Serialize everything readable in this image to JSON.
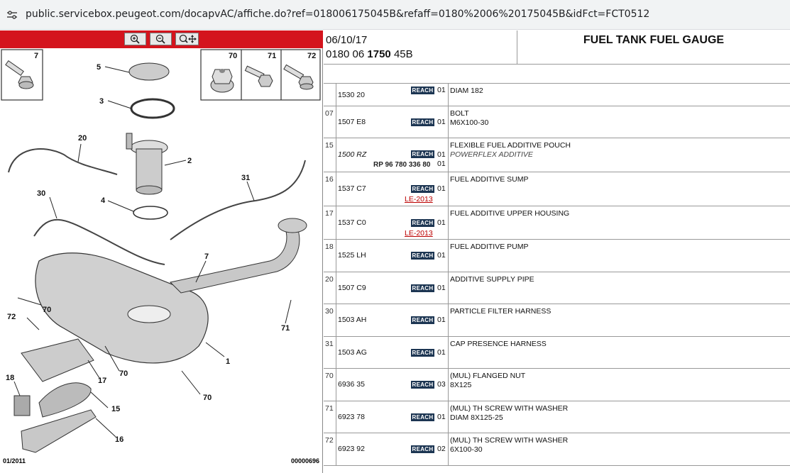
{
  "browser": {
    "url": "public.servicebox.peugeot.com/docapvAC/affiche.do?ref=018006175045B&refaff=0180%2006%20175045B&idFct=FCT0512",
    "site_icon": "tune-icon"
  },
  "toolbar": {
    "buttons": [
      {
        "name": "zoom-in-icon"
      },
      {
        "name": "zoom-out-icon"
      },
      {
        "name": "zoom-pan-icon"
      }
    ]
  },
  "diagram": {
    "date": "01/2011",
    "code": "00000696",
    "callouts": [
      "5",
      "3",
      "20",
      "2",
      "4",
      "30",
      "31",
      "7",
      "1",
      "70",
      "72",
      "17",
      "18",
      "15",
      "16",
      "71"
    ],
    "inset_left": "7",
    "inset_right": [
      "70",
      "71",
      "72"
    ]
  },
  "header": {
    "date": "06/10/17",
    "ref_prefix": "0180 06",
    "ref_bold": "1750",
    "ref_suffix": "45B",
    "title": "FUEL TANK FUEL GAUGE"
  },
  "reach_label": "REACH",
  "rows": [
    {
      "ref": "",
      "pn": "1530 20",
      "qty": "01",
      "desc": [
        "DIAM 182"
      ]
    },
    {
      "ref": "07",
      "pn": "1507 E8",
      "qty": "01",
      "desc": [
        "BOLT",
        "M6X100-30"
      ]
    },
    {
      "ref": "15",
      "pn": "1500 RZ",
      "pn_italic": true,
      "qty": "01",
      "qty2": "01",
      "rp": "RP 96 780 336 80",
      "desc": [
        "FLEXIBLE FUEL ADDITIVE POUCH"
      ],
      "alt": "POWERFLEX ADDITIVE"
    },
    {
      "ref": "16",
      "pn": "1537 C7",
      "qty": "01",
      "le": "LE-2013",
      "desc": [
        "FUEL ADDITIVE SUMP"
      ]
    },
    {
      "ref": "17",
      "pn": "1537 C0",
      "qty": "01",
      "le": "LE-2013",
      "desc": [
        "FUEL ADDITIVE UPPER HOUSING"
      ]
    },
    {
      "ref": "18",
      "pn": "1525 LH",
      "qty": "01",
      "desc": [
        "FUEL ADDITIVE PUMP"
      ]
    },
    {
      "ref": "20",
      "pn": "1507 C9",
      "qty": "01",
      "desc": [
        "ADDITIVE SUPPLY PIPE"
      ]
    },
    {
      "ref": "30",
      "pn": "1503 AH",
      "qty": "01",
      "desc": [
        "PARTICLE FILTER HARNESS"
      ]
    },
    {
      "ref": "31",
      "pn": "1503 AG",
      "qty": "01",
      "desc": [
        "CAP PRESENCE HARNESS"
      ]
    },
    {
      "ref": "70",
      "pn": "6936 35",
      "qty": "03",
      "desc": [
        "(MUL) FLANGED NUT",
        "8X125"
      ]
    },
    {
      "ref": "71",
      "pn": "6923 78",
      "qty": "01",
      "desc": [
        "(MUL) TH SCREW WITH WASHER",
        "DIAM 8X125-25"
      ]
    },
    {
      "ref": "72",
      "pn": "6923 92",
      "qty": "02",
      "desc": [
        "(MUL) TH SCREW WITH WASHER",
        "6X100-30"
      ]
    }
  ]
}
